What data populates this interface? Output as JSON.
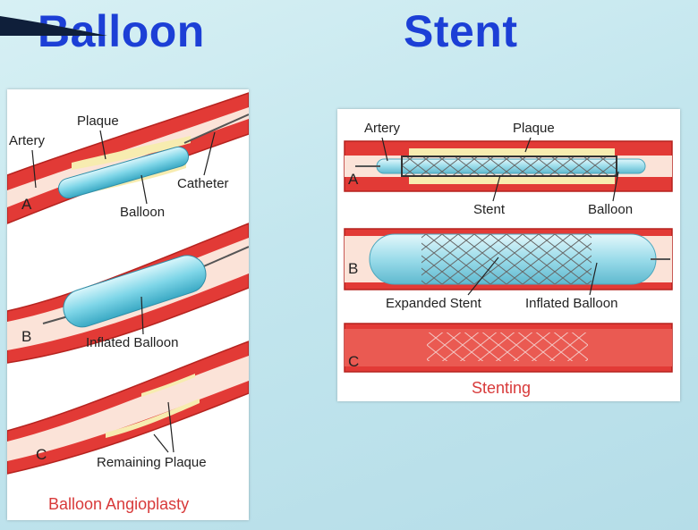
{
  "headings": {
    "balloon": "Balloon",
    "stent": "Stent"
  },
  "balloon_panel": {
    "caption": "Balloon Angioplasty",
    "step_a": {
      "letter": "A",
      "artery": "Artery",
      "plaque": "Plaque",
      "catheter": "Catheter",
      "balloon": "Balloon"
    },
    "step_b": {
      "letter": "B",
      "inflated_balloon": "Inflated Balloon"
    },
    "step_c": {
      "letter": "C",
      "remaining_plaque": "Remaining Plaque"
    }
  },
  "stent_panel": {
    "caption": "Stenting",
    "step_a": {
      "letter": "A",
      "artery": "Artery",
      "plaque": "Plaque",
      "stent": "Stent",
      "balloon": "Balloon"
    },
    "step_b": {
      "letter": "B",
      "expanded_stent": "Expanded Stent",
      "inflated_balloon": "Inflated Balloon"
    },
    "step_c": {
      "letter": "C"
    }
  },
  "colors": {
    "heading": "#1c3fd6",
    "artery": "#e23a36",
    "artery_edge": "#b5231f",
    "lumen": "#fbe3d8",
    "plaque": "#f7ecb0",
    "balloon": "#7fd6e8",
    "caption": "#d83a3a"
  }
}
